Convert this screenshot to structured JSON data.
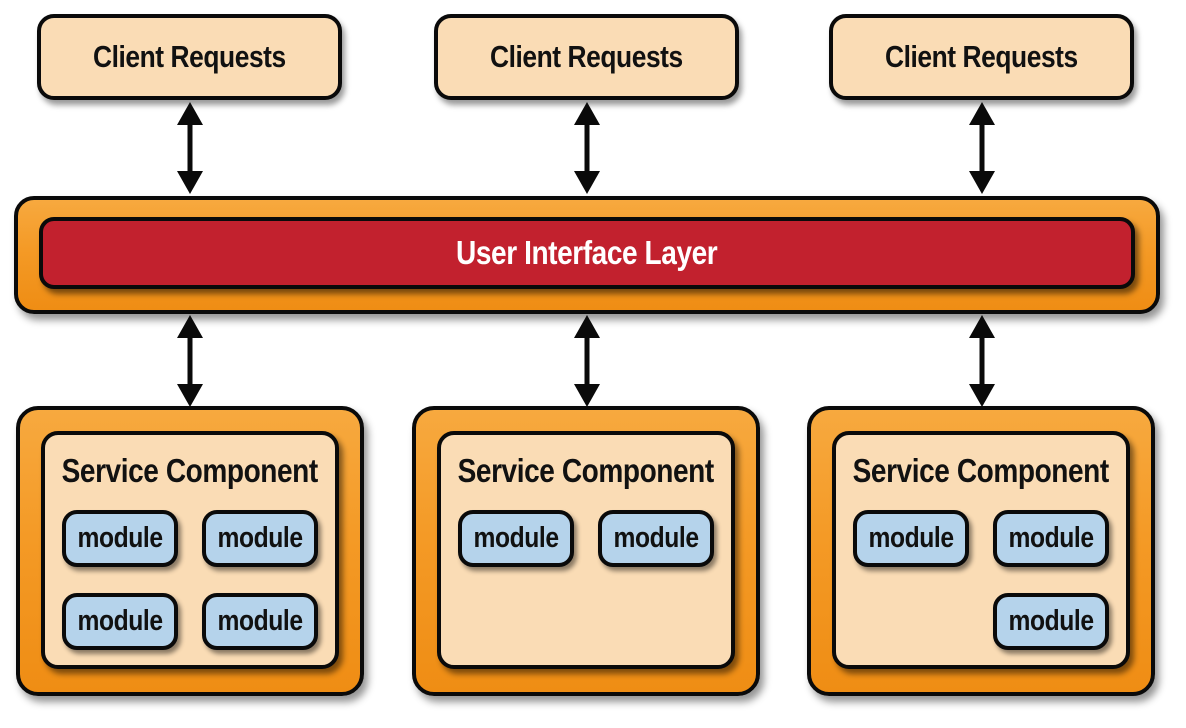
{
  "diagram": {
    "client_requests": [
      {
        "label": "Client Requests"
      },
      {
        "label": "Client Requests"
      },
      {
        "label": "Client Requests"
      }
    ],
    "ui_layer": {
      "label": "User Interface Layer"
    },
    "service_components": [
      {
        "title": "Service Component",
        "modules": [
          {
            "label": "module"
          },
          {
            "label": "module"
          },
          {
            "label": "module"
          },
          {
            "label": "module"
          }
        ]
      },
      {
        "title": "Service Component",
        "modules": [
          {
            "label": "module"
          },
          {
            "label": "module"
          }
        ]
      },
      {
        "title": "Service Component",
        "modules": [
          {
            "label": "module"
          },
          {
            "label": "module"
          },
          {
            "label": "module"
          }
        ]
      }
    ],
    "arrows": {
      "style": "double-headed vertical",
      "count": 6
    },
    "colors": {
      "box_fill": "#fadcb5",
      "accent_orange": "#f49a26",
      "accent_red": "#c2212e",
      "module_blue": "#b5d3eb",
      "border_black": "#0a0a0a",
      "bg": "#ffffff"
    }
  }
}
